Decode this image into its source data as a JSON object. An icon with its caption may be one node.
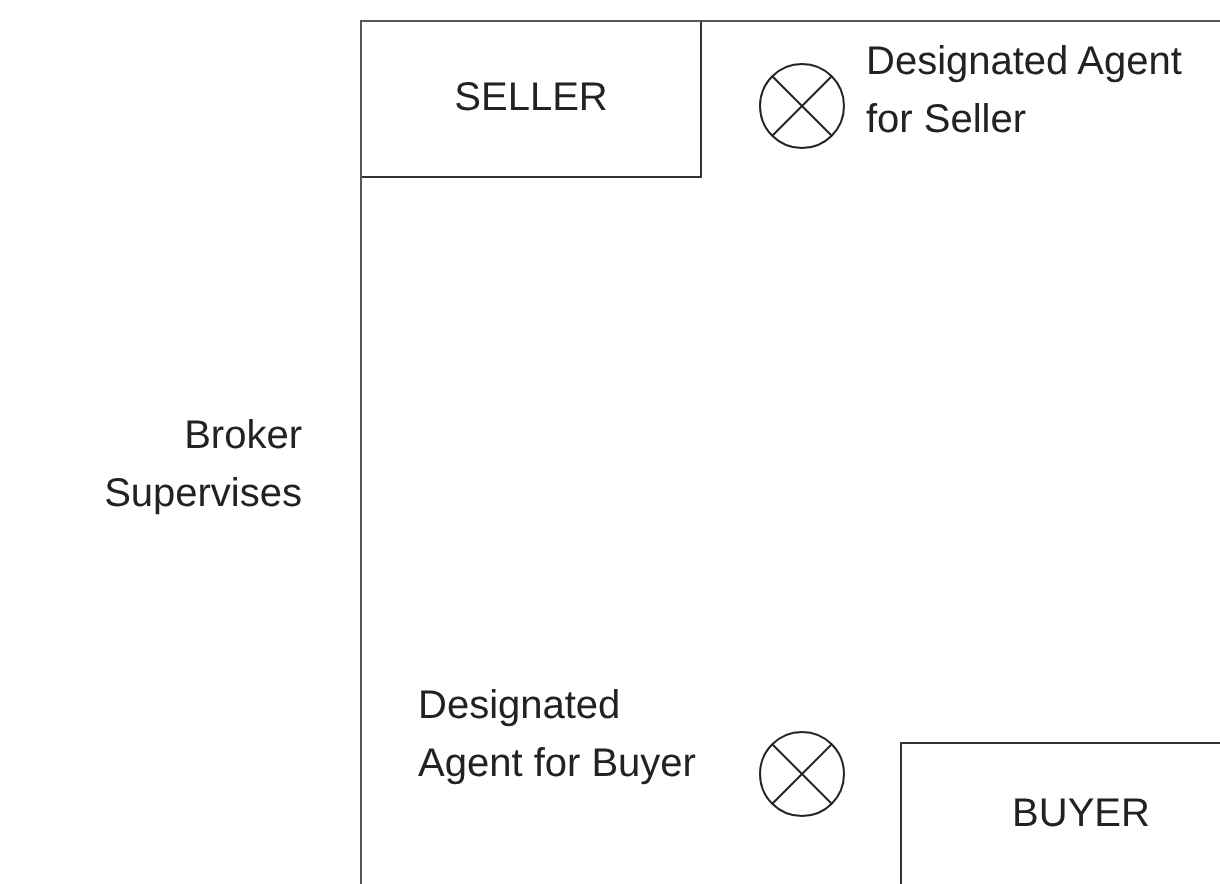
{
  "diagram": {
    "nodes": [
      {
        "text": [
          "Broker Supervises"
        ]
      },
      {
        "text": [
          "SELLER"
        ],
        "in": 0
      },
      {
        "text": [],
        "shape": "circle",
        "in": 0,
        "beside": [
          "Designated Agent for Seller"
        ]
      },
      {
        "text": [],
        "shape": "circle",
        "in": 0,
        "beside": [
          "Designated Agent for Buyer"
        ]
      },
      {
        "text": [
          "BUYER"
        ],
        "in": 0
      }
    ],
    "edges": []
  }
}
